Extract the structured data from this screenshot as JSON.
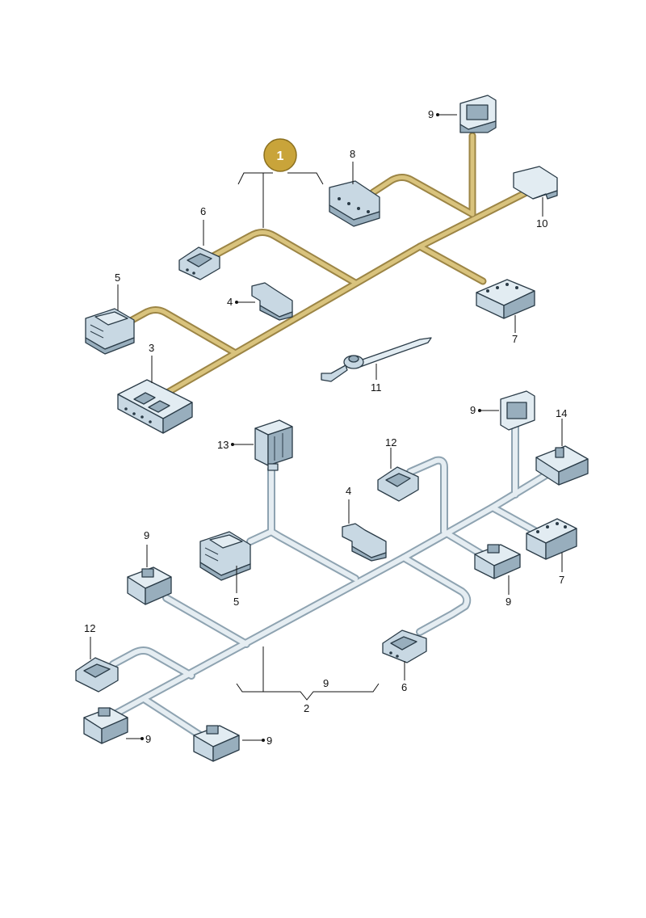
{
  "badge": {
    "number": "1",
    "fill": "#c9a43a"
  },
  "colors": {
    "harness_1": "#d9c37d",
    "harness_2": "#e5edf2",
    "connector": "#c8d8e3"
  },
  "upper": {
    "labels": [
      "9",
      "8",
      "10",
      "6",
      "5",
      "4",
      "7",
      "3",
      "11"
    ]
  },
  "lower": {
    "labels": [
      "9",
      "14",
      "13",
      "12",
      "4",
      "9",
      "5",
      "7",
      "9",
      "12",
      "6",
      "9",
      "9"
    ],
    "bracket_text": "9",
    "bracket_number": "2"
  }
}
